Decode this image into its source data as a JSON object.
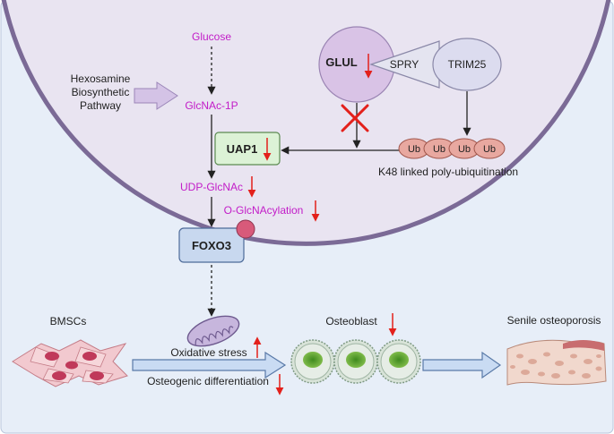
{
  "colors": {
    "cell_fill": "#e9e4f1",
    "cell_stroke": "#7b6a96",
    "outer_bg": "#e7eef8",
    "metabolite": "#c21cc8",
    "down_arrow": "#e3201b",
    "ub_fill": "#e8a8a0",
    "uap1_fill": "#dcf2d6",
    "foxo3_fill": "#c8d8ef",
    "trim25_fill": "#dcdcef",
    "glul_fill": "#d9c3e6",
    "flow_arrow_fill": "#c9dbf3"
  },
  "labels": {
    "glucose": "Glucose",
    "hexosamine": [
      "Hexosamine",
      "Biosynthetic",
      "Pathway"
    ],
    "glcnac1p": "GlcNAc-1P",
    "uap1": "UAP1",
    "udp_glcnac": "UDP-GlcNAc",
    "o_glcnacylation": "O-GlcNAcylation",
    "foxo3": "FOXO3",
    "glul": "GLUL",
    "spry": "SPRY",
    "trim25": "TRIM25",
    "ub": [
      "Ub",
      "Ub",
      "Ub",
      "Ub"
    ],
    "k48": "K48 linked poly-ubiquitination",
    "bmscs": "BMSCs",
    "oxidative_stress": "Oxidative stress",
    "osteogenic": "Osteogenic differentiation",
    "osteoblast": "Osteoblast",
    "senile": "Senile osteoporosis"
  }
}
